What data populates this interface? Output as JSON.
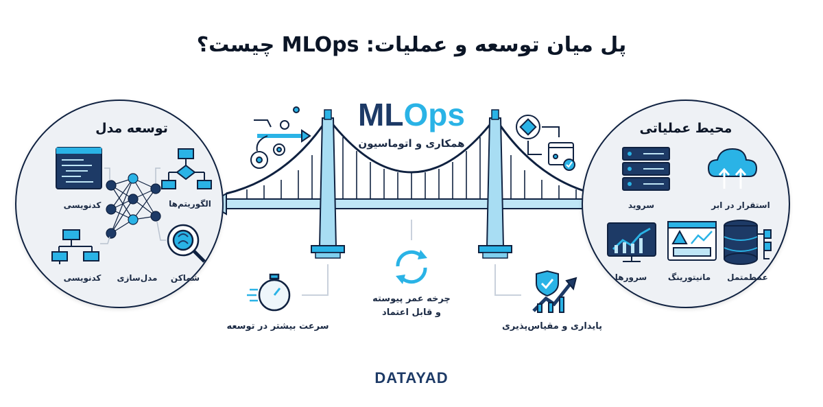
{
  "title": "پل میان توسعه و عملیات: MLOps چیست؟",
  "center": {
    "logo_part1": "ML",
    "logo_part2": "Ops",
    "subtitle": "همکاری و اتوماسیون"
  },
  "left_circle": {
    "title": "توسعه مدل",
    "items": [
      "کدنویسی",
      "الگوریتم‌ها",
      "کدنویسی",
      "مدل‌سازی",
      "شماکن"
    ]
  },
  "right_circle": {
    "title": "محیط عملیاتی",
    "items": [
      "سروید",
      "استقرار در ابر",
      "سرورها",
      "مانیتورینگ",
      "عمطمتمل"
    ]
  },
  "benefits": {
    "speed": "سرعت بیشتر در توسعه",
    "lifecycle_line1": "چرخه عمر پیوسته",
    "lifecycle_line2": "و قابل اعتماد",
    "scalability": "پایداری و مقیاس‌پذیری"
  },
  "brand": "DATAYAD",
  "colors": {
    "navy": "#1d3a66",
    "cyan": "#2ab3e6",
    "dark": "#0f2140",
    "circle_bg": "#eef1f5"
  },
  "icons": [
    "code-editor-icon",
    "flowchart-icon",
    "neural-network-icon",
    "org-chart-icon",
    "brain-magnifier-icon",
    "gears-arrow-icon",
    "deploy-cycle-icon",
    "server-rack-icon",
    "cloud-upload-icon",
    "monitor-chart-icon",
    "alert-dashboard-icon",
    "database-icon",
    "stopwatch-icon",
    "refresh-cycle-icon",
    "shield-growth-icon"
  ]
}
